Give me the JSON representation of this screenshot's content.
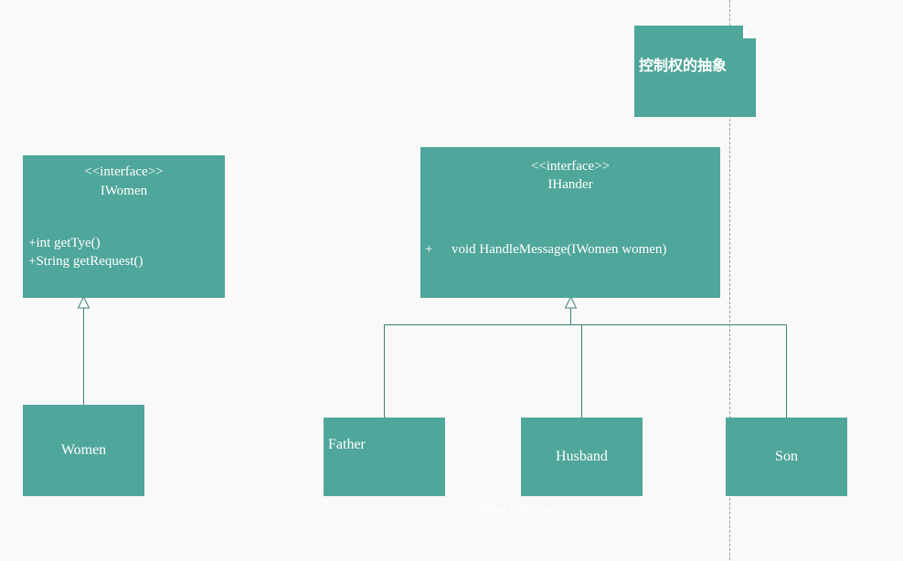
{
  "colors": {
    "node_fill": "#4fa69a",
    "text": "#ffffff",
    "line": "#3e7f77",
    "background": "#f9f9f9",
    "divider": "#9a9a9a"
  },
  "note": {
    "text": "控制权的抽象"
  },
  "iwomen": {
    "stereotype": "<<interface>>",
    "name": "IWomen",
    "methods": [
      "+int getTye()",
      "+String getRequest()"
    ]
  },
  "ihander": {
    "stereotype": "<<interface>>",
    "name": "IHander",
    "method_marker": "+",
    "method": "void HandleMessage(IWomen women)"
  },
  "classes": {
    "women": "Women",
    "father": "Father",
    "husband": "Husband",
    "son": "Son"
  },
  "ghost_text": [
    "<<i",
    "+String getRequest()"
  ]
}
